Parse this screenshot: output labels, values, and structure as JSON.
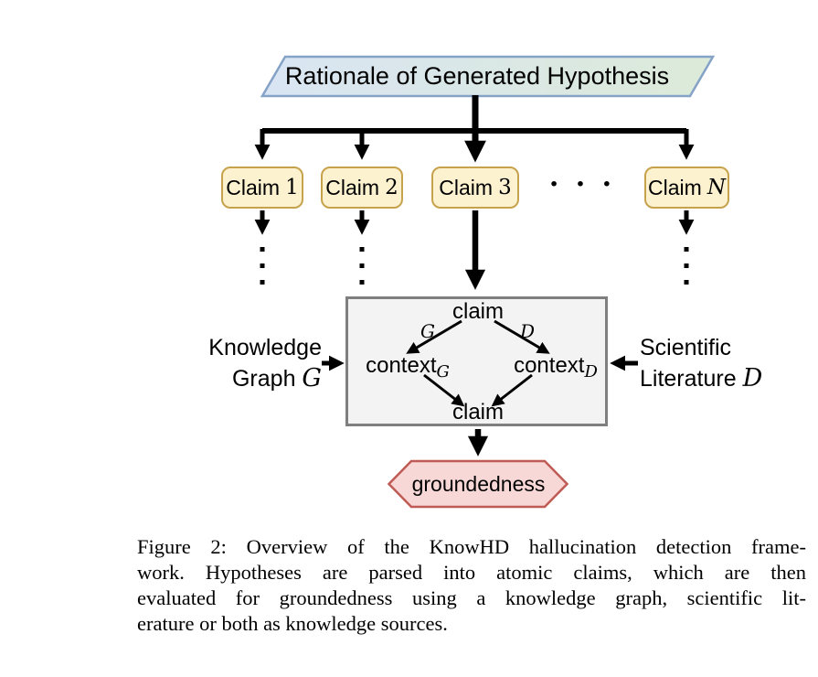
{
  "figure": {
    "rationale_title": "Rationale of Generated Hypothesis",
    "claims": [
      {
        "prefix": "Claim",
        "num": "1"
      },
      {
        "prefix": "Claim",
        "num": "2"
      },
      {
        "prefix": "Claim",
        "num": "3"
      },
      {
        "prefix": "Claim",
        "num": "N"
      }
    ],
    "ellipsis": "· · ·",
    "grounding_box": {
      "claim_in": "claim",
      "claim_out": "claim",
      "kg_edge_label": "G",
      "lit_edge_label": "D",
      "context_kg": {
        "base": "context",
        "sub": "G"
      },
      "context_lit": {
        "base": "context",
        "sub": "D"
      }
    },
    "knowledge_graph_label": {
      "line1": "Knowledge",
      "line2": "Graph",
      "symbol": "G"
    },
    "scientific_literature_label": {
      "line1": "Scientific",
      "line2": "Literature",
      "symbol": "D"
    },
    "groundedness_label": "groundedness",
    "colors": {
      "parallelogram_start": "#d9e5f3",
      "parallelogram_end": "#dcead9",
      "parallelogram_border": "#85a2c7",
      "claim_fill": "#fdf2d0",
      "claim_border": "#c7a24c",
      "box_fill": "#f3f3f3",
      "box_border": "#7f7f7f",
      "hexagon_fill": "#f8d8d6",
      "hexagon_border": "#c05a54",
      "arrow": "#000000"
    }
  },
  "caption": {
    "lines": [
      "Figure 2: Overview of the KnowHD hallucination detection frame-",
      "work. Hypotheses are parsed into atomic claims, which are then",
      "evaluated for groundedness using a knowledge graph, scientific lit-",
      "erature or both as knowledge sources."
    ]
  }
}
